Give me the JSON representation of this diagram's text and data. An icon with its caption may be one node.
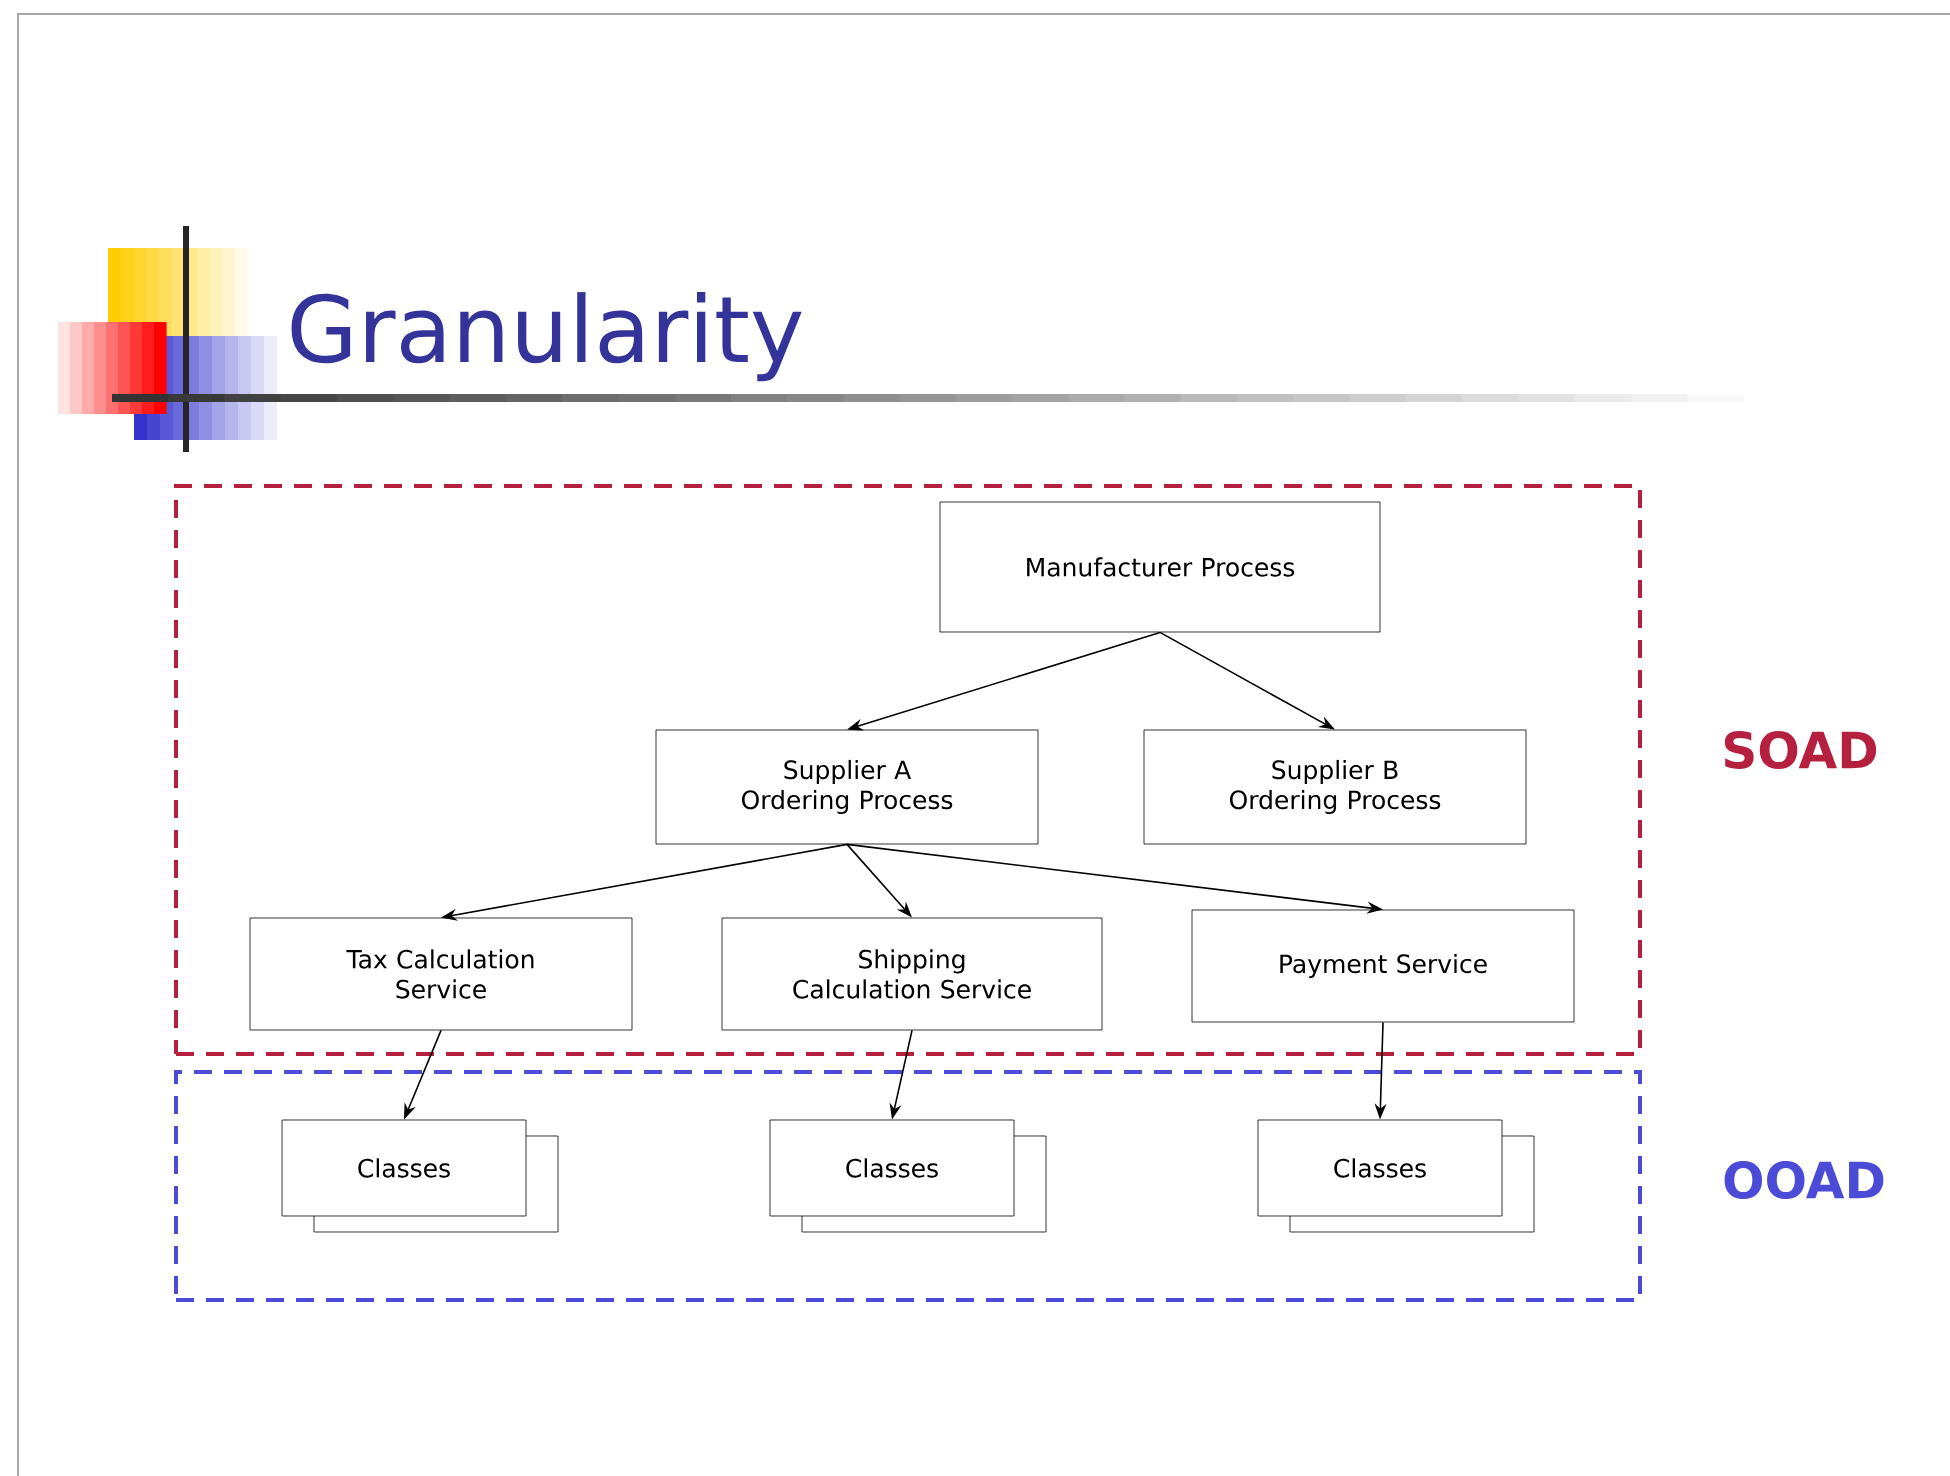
{
  "diagram": {
    "title": "Granularity",
    "nodes": [
      {
        "text": [
          "SOAD"
        ]
      },
      {
        "text": [
          "OOAD"
        ]
      },
      {
        "text": [
          "Manufacturer Process"
        ],
        "in": 0
      },
      {
        "text": [
          "Supplier A Ordering Process"
        ],
        "in": 0
      },
      {
        "text": [
          "Supplier B Ordering Process"
        ],
        "in": 0
      },
      {
        "text": [
          "Tax Calculation Service"
        ],
        "in": 0
      },
      {
        "text": [
          "Shipping Calculation Service"
        ],
        "in": 0
      },
      {
        "text": [
          "Payment Service"
        ],
        "in": 0
      },
      {
        "text": [
          "Classes"
        ],
        "in": 1
      },
      {
        "text": [
          "Classes"
        ],
        "in": 1
      },
      {
        "text": [
          "Classes"
        ],
        "in": 1
      }
    ],
    "edges": [
      {
        "from": 2,
        "to": 3,
        "arrow": "to"
      },
      {
        "from": 2,
        "to": 4,
        "arrow": "to"
      },
      {
        "from": 3,
        "to": 5,
        "arrow": "to"
      },
      {
        "from": 3,
        "to": 6,
        "arrow": "to"
      },
      {
        "from": 3,
        "to": 7,
        "arrow": "to"
      },
      {
        "from": 5,
        "to": 8,
        "arrow": "to"
      },
      {
        "from": 6,
        "to": 9,
        "arrow": "to"
      },
      {
        "from": 7,
        "to": 10,
        "arrow": "to"
      }
    ]
  }
}
